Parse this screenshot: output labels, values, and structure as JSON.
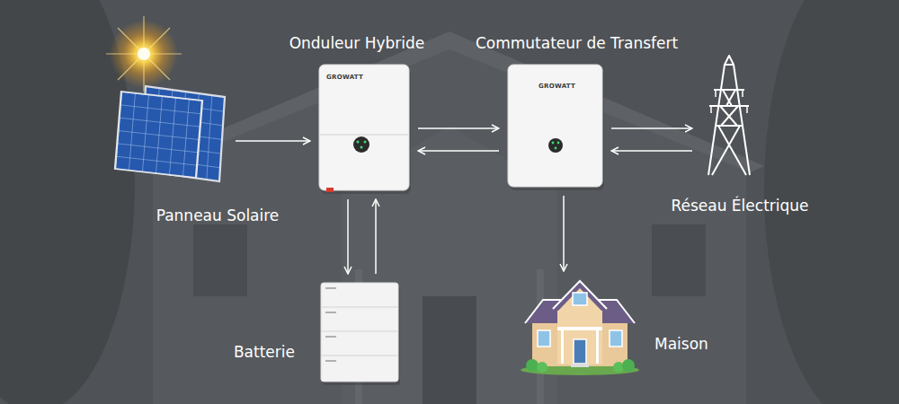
{
  "diagram": {
    "nodes": [
      {
        "text": [
          "Panneau Solaire"
        ]
      },
      {
        "text": [
          "Onduleur Hybride",
          "GROWATT"
        ]
      },
      {
        "text": [
          "Commutateur de Transfert",
          "GROWATT"
        ]
      },
      {
        "text": [
          "Réseau Électrique"
        ]
      },
      {
        "text": [
          "Batterie"
        ]
      },
      {
        "text": [
          "Maison"
        ]
      }
    ],
    "edges": [
      {
        "from": 0,
        "to": 1,
        "arrow": "to"
      },
      {
        "from": 1,
        "to": 2,
        "arrow": "to"
      },
      {
        "from": 2,
        "to": 1,
        "arrow": "to"
      },
      {
        "from": 2,
        "to": 3,
        "arrow": "to"
      },
      {
        "from": 3,
        "to": 2,
        "arrow": "to"
      },
      {
        "from": 1,
        "to": 4,
        "arrow": "to"
      },
      {
        "from": 4,
        "to": 1,
        "arrow": "to"
      },
      {
        "from": 2,
        "to": 5,
        "arrow": "to"
      }
    ]
  }
}
